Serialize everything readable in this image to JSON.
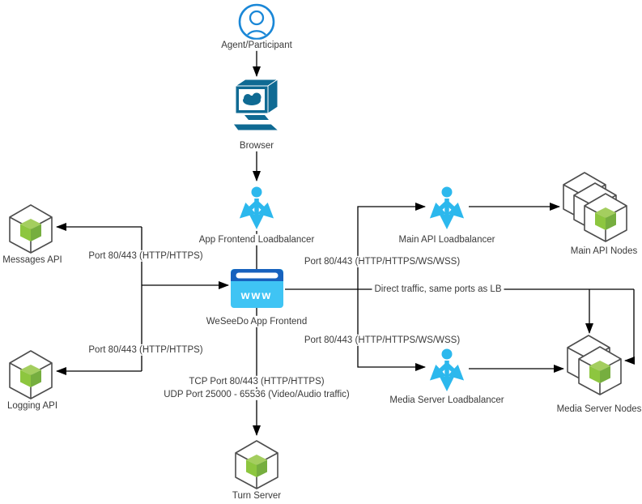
{
  "diagram": {
    "nodes": {
      "agent": {
        "label": "Agent/Participant"
      },
      "browser": {
        "label": "Browser"
      },
      "app_frontend_lb": {
        "label": "App Frontend Loadbalancer"
      },
      "weseedo_frontend": {
        "label": "WeSeeDo App Frontend",
        "www_text": "www"
      },
      "messages_api": {
        "label": "Messages API"
      },
      "logging_api": {
        "label": "Logging API"
      },
      "turn_server": {
        "label": "Turn Server"
      },
      "main_api_lb": {
        "label": "Main API Loadbalancer"
      },
      "main_api_nodes": {
        "label": "Main API Nodes"
      },
      "media_server_lb": {
        "label": "Media Server Loadbalancer"
      },
      "media_server_nodes": {
        "label": "Media Server Nodes"
      }
    },
    "edge_labels": {
      "left_top_port": "Port 80/443 (HTTP/HTTPS)",
      "left_bottom_port": "Port 80/443 (HTTP/HTTPS)",
      "right_top_port": "Port 80/443 (HTTP/HTTPS/WS/WSS)",
      "right_bottom_port": "Port 80/443 (HTTP/HTTPS/WS/WSS)",
      "direct_traffic": "Direct traffic, same ports as LB",
      "tcp_port": "TCP Port 80/443 (HTTP/HTTPS)",
      "udp_port": "UDP Port 25000 - 65536 (Video/Audio traffic)"
    },
    "colors": {
      "person_blue": "#1a87d7",
      "monitor_blue": "#0f6a93",
      "lb_cyan": "#2cb8ed",
      "www_bar_blue": "#1762be",
      "www_body_blue": "#3fc4f4",
      "cube_outline": "#4d4d4d",
      "cube_green_top": "#a4ce5f",
      "cube_green_left": "#8dc63f",
      "cube_green_right": "#76ae3f",
      "line_black": "#000000"
    }
  }
}
